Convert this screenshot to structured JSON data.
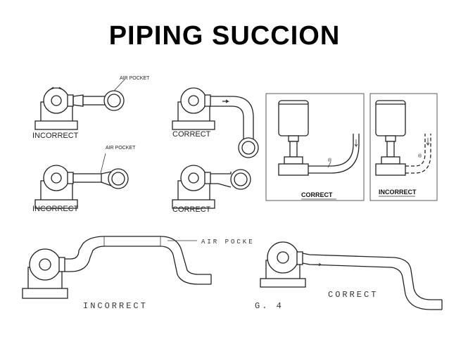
{
  "title": "PIPING SUCCION",
  "labels": {
    "tl_air": "AIR POCKET",
    "tl_status": "INCORRECT",
    "tm_status": "CORRECT",
    "ml_air": "AIR POCKET",
    "ml_status": "INCORRECT",
    "mm_status": "CORRECT",
    "vr1_status": "CORRECT",
    "vr2_status": "INCORRECT",
    "vr1_marker": "®",
    "vr2_marker": "®",
    "bl_air": "AIR POCKE",
    "bl_status": "INCORRECT",
    "br_fig": "G. 4",
    "br_status": "CORRECT"
  }
}
